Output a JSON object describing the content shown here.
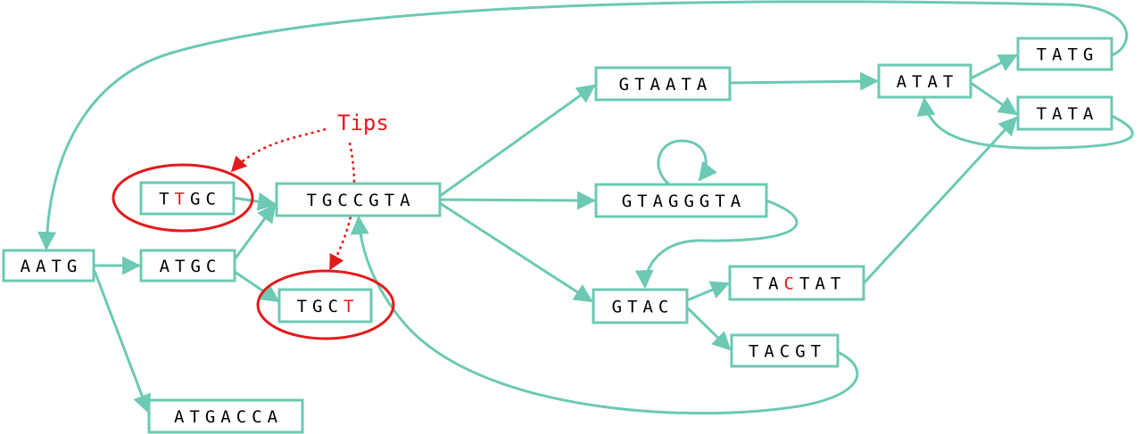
{
  "colors": {
    "edge": "#6cc9b3",
    "highlight": "#e31a1c",
    "text": "#000000"
  },
  "annotation": {
    "label": "Tips"
  },
  "nodes": [
    {
      "id": "AATG",
      "segments": [
        {
          "t": "AATG"
        }
      ]
    },
    {
      "id": "ATGC",
      "segments": [
        {
          "t": "ATGC"
        }
      ]
    },
    {
      "id": "TTGC",
      "segments": [
        {
          "t": "T"
        },
        {
          "t": "T",
          "hl": true
        },
        {
          "t": "GC"
        }
      ]
    },
    {
      "id": "TGCT",
      "segments": [
        {
          "t": "TGC"
        },
        {
          "t": "T",
          "hl": true
        }
      ]
    },
    {
      "id": "ATGACCA",
      "segments": [
        {
          "t": "ATGACCA"
        }
      ]
    },
    {
      "id": "TGCCGTA",
      "segments": [
        {
          "t": "TGCCGTA"
        }
      ]
    },
    {
      "id": "GTAATA",
      "segments": [
        {
          "t": "GTAATA"
        }
      ]
    },
    {
      "id": "GTAGGGTA",
      "segments": [
        {
          "t": "GTAGGGTA"
        }
      ]
    },
    {
      "id": "GTAC",
      "segments": [
        {
          "t": "GTAC"
        }
      ]
    },
    {
      "id": "TACTAT",
      "segments": [
        {
          "t": "TA"
        },
        {
          "t": "C",
          "hl": true
        },
        {
          "t": "TAT"
        }
      ]
    },
    {
      "id": "TACGT",
      "segments": [
        {
          "t": "TACGT"
        }
      ]
    },
    {
      "id": "ATAT",
      "segments": [
        {
          "t": "ATAT"
        }
      ]
    },
    {
      "id": "TATG",
      "segments": [
        {
          "t": "TATG"
        }
      ]
    },
    {
      "id": "TATA",
      "segments": [
        {
          "t": "TATA"
        }
      ]
    }
  ],
  "edges": [
    {
      "from": "AATG",
      "to": "ATGC"
    },
    {
      "from": "AATG",
      "to": "ATGACCA"
    },
    {
      "from": "ATGC",
      "to": "TGCCGTA"
    },
    {
      "from": "ATGC",
      "to": "TGCT"
    },
    {
      "from": "TTGC",
      "to": "TGCCGTA"
    },
    {
      "from": "TGCCGTA",
      "to": "GTAATA"
    },
    {
      "from": "TGCCGTA",
      "to": "GTAGGGTA"
    },
    {
      "from": "TGCCGTA",
      "to": "GTAC"
    },
    {
      "from": "GTAGGGTA",
      "to": "GTAGGGTA"
    },
    {
      "from": "GTAGGGTA",
      "to": "GTAC"
    },
    {
      "from": "GTAC",
      "to": "TACTAT"
    },
    {
      "from": "GTAC",
      "to": "TACGT"
    },
    {
      "from": "TACGT",
      "to": "TGCCGTA"
    },
    {
      "from": "GTAATA",
      "to": "ATAT"
    },
    {
      "from": "ATAT",
      "to": "TATG"
    },
    {
      "from": "ATAT",
      "to": "TATA"
    },
    {
      "from": "TATA",
      "to": "ATAT"
    },
    {
      "from": "TACTAT",
      "to": "TATA"
    },
    {
      "from": "TATG",
      "to": "AATG"
    }
  ],
  "tips": [
    "TTGC",
    "TGCT"
  ]
}
